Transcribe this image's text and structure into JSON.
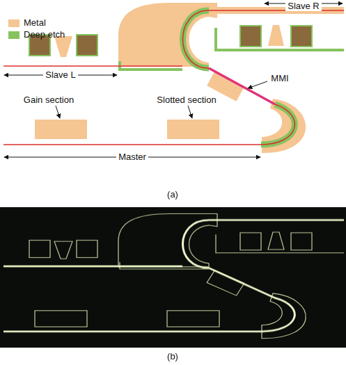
{
  "diagram": {
    "labels": [
      "Slave R",
      "Slave L",
      "MMI",
      "Gain section",
      "Slotted section",
      "Master",
      "(a)",
      "(b)"
    ],
    "legend": [
      {
        "text": "Metal",
        "color": "#f5c592"
      },
      {
        "text": "Deep etch",
        "color": "#86c35f"
      }
    ]
  }
}
